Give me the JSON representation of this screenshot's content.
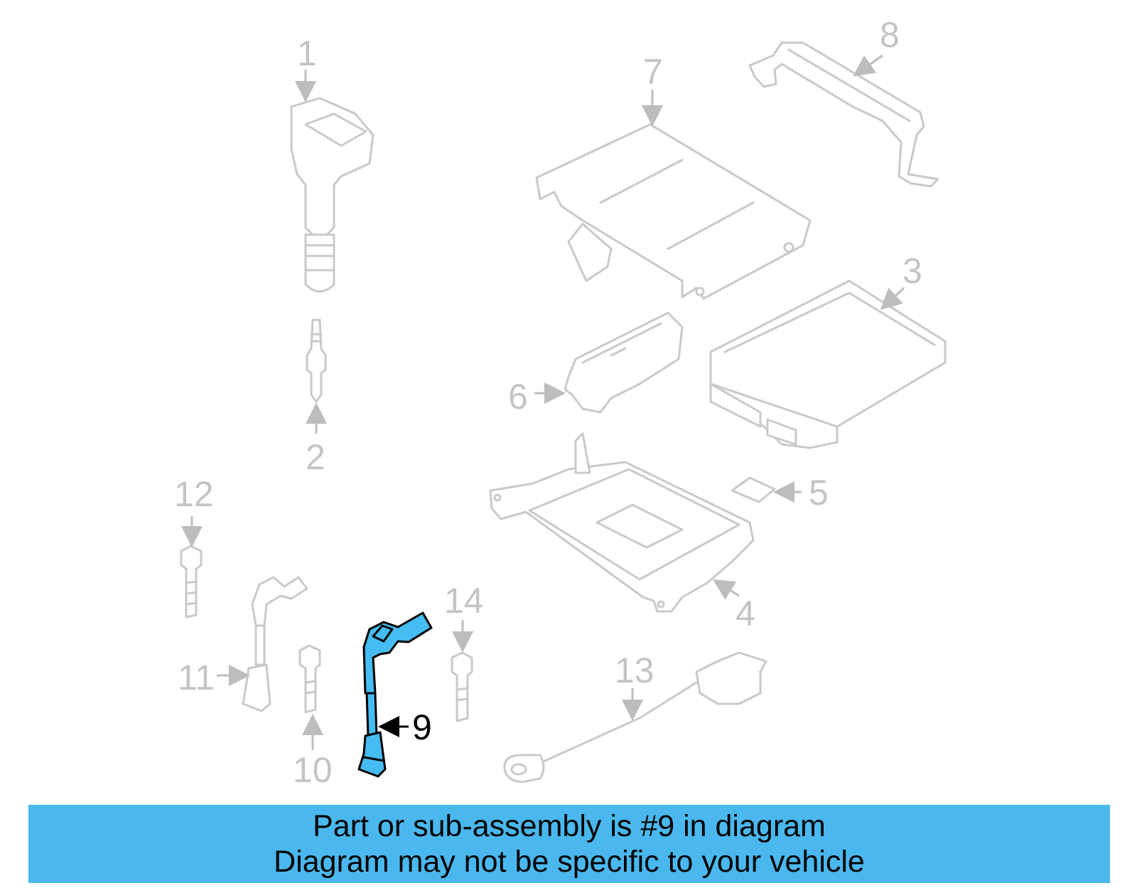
{
  "diagram": {
    "highlighted_part": "9",
    "highlight_color": "#45bdf2",
    "ghost_color": "#c9c9c9",
    "callouts": {
      "c1": "1",
      "c2": "2",
      "c3": "3",
      "c4": "4",
      "c5": "5",
      "c6": "6",
      "c7": "7",
      "c8": "8",
      "c9": "9",
      "c10": "10",
      "c11": "11",
      "c12": "12",
      "c13": "13",
      "c14": "14"
    }
  },
  "banner": {
    "line1": "Part or sub-assembly is #9 in diagram",
    "line2": "Diagram may not be specific to your vehicle",
    "background": "#4ab8ee"
  }
}
